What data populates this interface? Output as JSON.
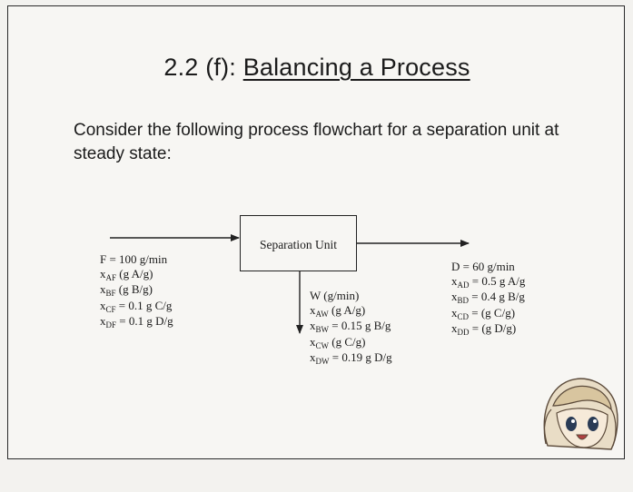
{
  "slide": {
    "title_prefix": "2.2 (f): ",
    "title_main": "Balancing a Process",
    "intro": "Consider the following process flowchart for a separation unit at steady state:"
  },
  "diagram": {
    "unit_label": "Separation Unit",
    "feed": {
      "total": "F = 100 g/min",
      "lines": [
        {
          "sym": "x",
          "sub": "AF",
          "rest": " (g A/g)"
        },
        {
          "sym": "x",
          "sub": "BF",
          "rest": " (g B/g)"
        },
        {
          "sym": "x",
          "sub": "CF",
          "rest": " = 0.1 g C/g"
        },
        {
          "sym": "x",
          "sub": "DF",
          "rest": " = 0.1 g D/g"
        }
      ]
    },
    "waste": {
      "total": "W (g/min)",
      "lines": [
        {
          "sym": "x",
          "sub": "AW",
          "rest": " (g A/g)"
        },
        {
          "sym": "x",
          "sub": "BW",
          "rest": " = 0.15 g B/g"
        },
        {
          "sym": "x",
          "sub": "CW",
          "rest": " (g C/g)"
        },
        {
          "sym": "x",
          "sub": "DW",
          "rest": " = 0.19 g D/g"
        }
      ]
    },
    "distillate": {
      "total": "D = 60 g/min",
      "lines": [
        {
          "sym": "x",
          "sub": "AD",
          "rest": " = 0.5 g A/g"
        },
        {
          "sym": "x",
          "sub": "BD",
          "rest": " = 0.4 g B/g"
        },
        {
          "sym": "x",
          "sub": "CD",
          "rest": " = (g C/g)"
        },
        {
          "sym": "x",
          "sub": "DD",
          "rest": " = (g D/g)"
        }
      ]
    }
  }
}
